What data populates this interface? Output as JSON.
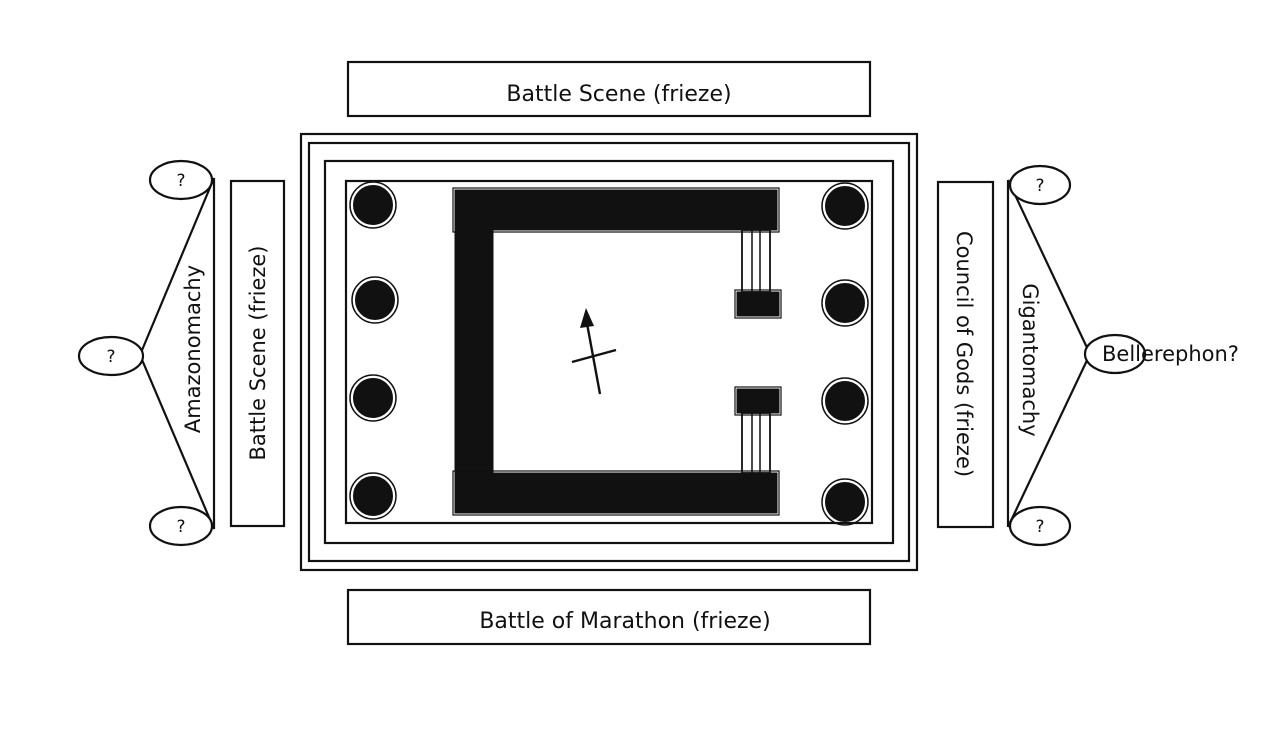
{
  "friezes": {
    "north": "Battle Scene (frieze)",
    "south": "Battle of Marathon (frieze)",
    "west": "Battle Scene (frieze)",
    "east": "Council of Gods (frieze)"
  },
  "pediments": {
    "west": {
      "label": "Amazonomachy",
      "figures": [
        "?",
        "?",
        "?"
      ]
    },
    "east": {
      "label": "Gigantomachy",
      "figures": [
        "?",
        "Bellerephon?",
        "?"
      ]
    }
  },
  "colors": {
    "ink": "#111111",
    "paper": "#ffffff"
  }
}
